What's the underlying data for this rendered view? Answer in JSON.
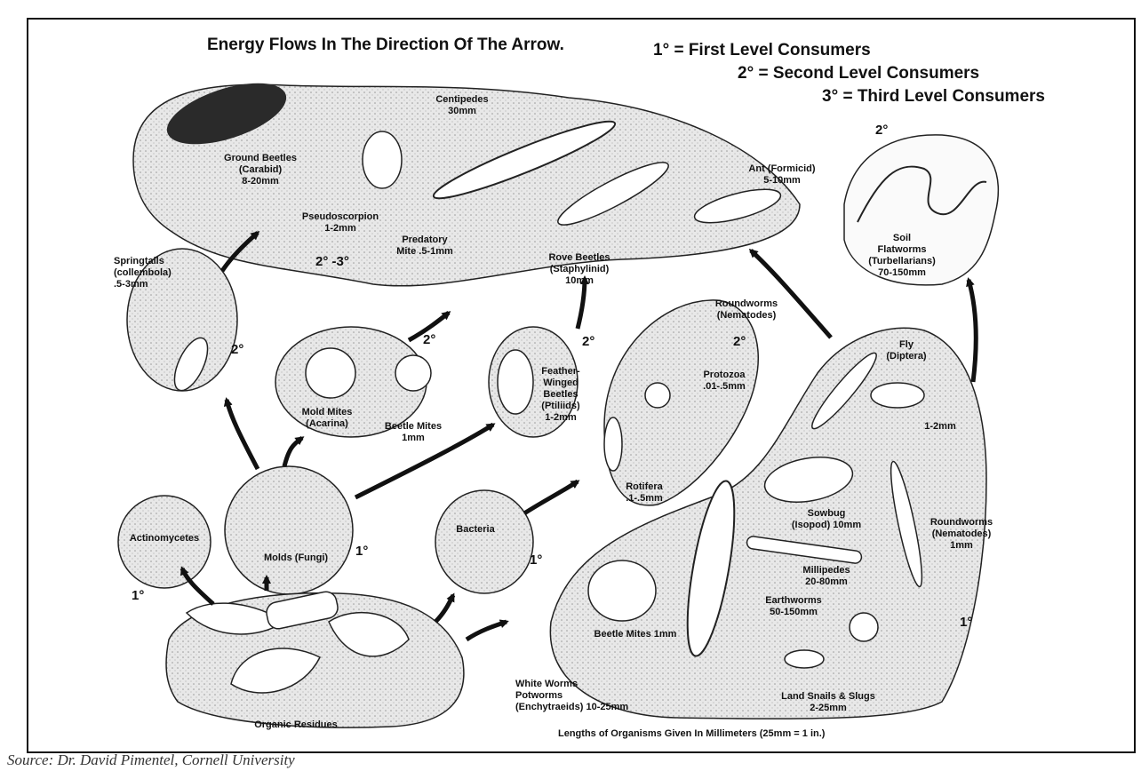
{
  "header": {
    "line1": "Energy Flows In The Direction Of The Arrow.",
    "legend_1": "1° = First Level Consumers",
    "legend_2": "2° = Second Level Consumers",
    "legend_3": "3° = Third Level Consumers"
  },
  "organisms": {
    "ground_beetles": "Ground Beetles\n(Carabid)\n8-20mm",
    "centipedes": "Centipedes\n30mm",
    "pseudoscorpion": "Pseudoscorpion\n1-2mm",
    "predatory_mite": "Predatory\nMite .5-1mm",
    "rove_beetles": "Rove Beetles\n(Staphylinid)\n10mm",
    "ant": "Ant (Formicid)\n5-10mm",
    "soil_flatworms": "Soil\nFlatworms\n(Turbellarians)\n70-150mm",
    "springtails": "Springtails\n(collembola)\n.5-3mm",
    "mold_mites": "Mold Mites\n(Acarina)",
    "beetle_mites_top": "Beetle Mites\n1mm",
    "feather_winged": "Feather-\nWinged\nBeetles\n(Ptiliids)\n1-2mm",
    "roundworms_top": "Roundworms\n(Nematodes)",
    "protozoa": "Protozoa\n.01-.5mm",
    "rotifera": "Rotifera\n.1-.5mm",
    "fly": "Fly\n(Diptera)",
    "fly_size": "1-2mm",
    "actinomycetes": "Actinomycetes",
    "molds": "Molds (Fungi)",
    "bacteria": "Bacteria",
    "sowbug": "Sowbug\n(Isopod) 10mm",
    "roundworms_right": "Roundworms\n(Nematodes)\n1mm",
    "millipedes": "Millipedes\n20-80mm",
    "earthworms": "Earthworms\n50-150mm",
    "beetle_mites_bottom": "Beetle Mites 1mm",
    "white_worms": "White Worms\nPotworms\n(Enchytraeids) 10-25mm",
    "land_snails": "Land Snails & Slugs\n2-25mm",
    "organic_residues": "Organic Residues"
  },
  "levels": {
    "lvl_23": "2° -3°",
    "lvl_2_flatworm": "2°",
    "lvl_2_spring": "2°",
    "lvl_2_mites": "2°",
    "lvl_2_feather": "2°",
    "lvl_2_nema": "2°",
    "lvl_1_fungi": "1°",
    "lvl_1_actino": "1°",
    "lvl_1_bact": "1°",
    "lvl_1_right": "1°"
  },
  "footer": {
    "lengths_note": "Lengths of Organisms Given In Millimeters (25mm = 1 in.)",
    "source": "Source: Dr. David Pimentel, Cornell University"
  }
}
